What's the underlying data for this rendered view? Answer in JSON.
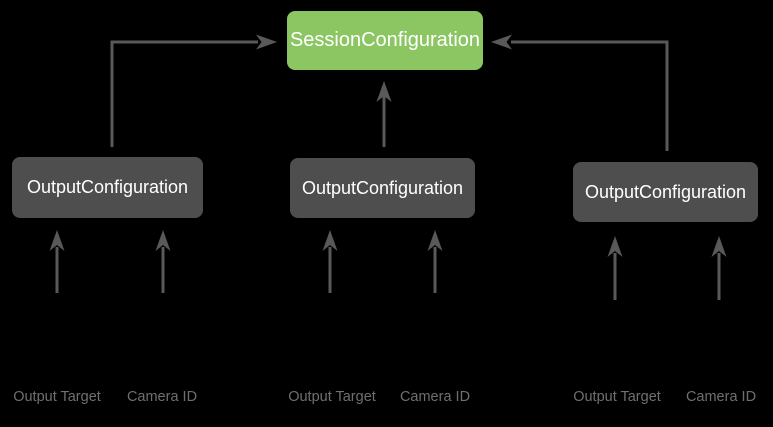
{
  "diagram": {
    "session_node": {
      "label": "SessionConfiguration"
    },
    "output_nodes": [
      {
        "label": "OutputConfiguration"
      },
      {
        "label": "OutputConfiguration"
      },
      {
        "label": "OutputConfiguration"
      }
    ],
    "source_labels": [
      {
        "label": "Output Target"
      },
      {
        "label": "Camera ID"
      },
      {
        "label": "Output Target"
      },
      {
        "label": "Camera ID"
      },
      {
        "label": "Output Target"
      },
      {
        "label": "Camera ID"
      }
    ],
    "colors": {
      "background": "#000000",
      "session_node_fill": "#8BC663",
      "output_node_fill": "#4E4E4E",
      "node_text": "#FFFFFF",
      "arrow": "#595959",
      "source_label_text": "#6F6F6F"
    }
  }
}
